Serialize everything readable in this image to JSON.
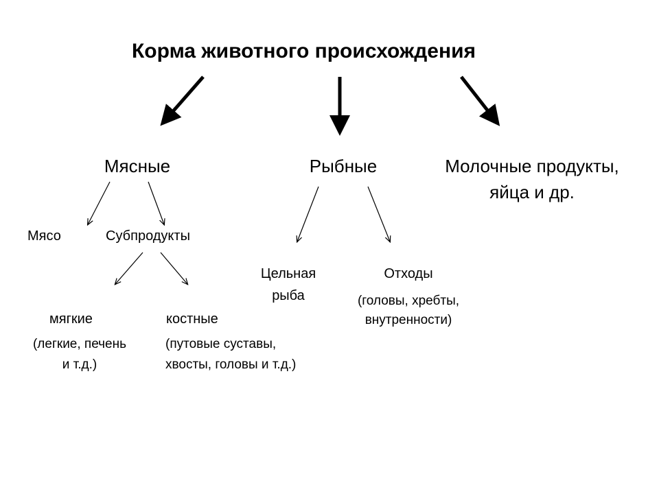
{
  "title": "Корма животного происхождения",
  "categories": {
    "meat": "Мясные",
    "fish": "Рыбные",
    "dairy_line1": "Молочные продукты,",
    "dairy_line2": "яйца и др."
  },
  "meat_branch": {
    "meat": "Мясо",
    "offal": "Субпродукты",
    "soft": "мягкие",
    "soft_desc_line1": "(легкие, печень",
    "soft_desc_line2": "и т.д.)",
    "bone": "костные",
    "bone_desc_line1": "(путовые суставы,",
    "bone_desc_line2": "хвосты, головы и т.д.)"
  },
  "fish_branch": {
    "whole_line1": "Цельная",
    "whole_line2": "рыба",
    "waste": "Отходы",
    "waste_desc_line1": "(головы, хребты,",
    "waste_desc_line2": "внутренности)"
  }
}
